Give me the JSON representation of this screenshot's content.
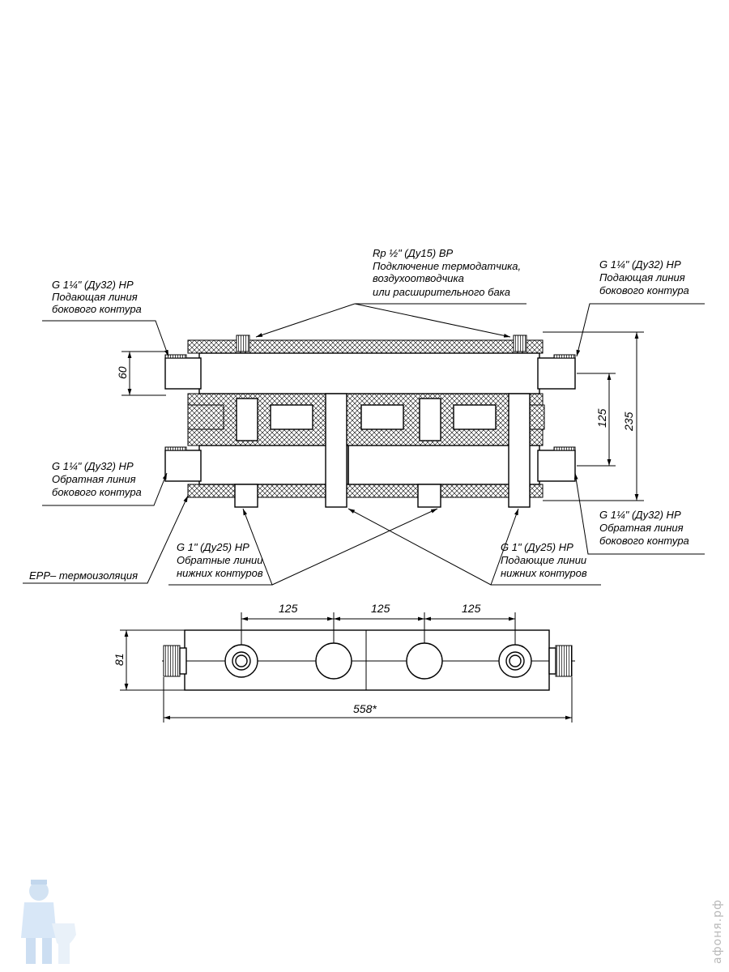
{
  "labels": {
    "top_left": [
      "G 1¼\" (Ду32) НР",
      "Подающая линия",
      "бокового контура"
    ],
    "top_center": [
      "Rp ½\" (Ду15) ВР",
      "Подключение термодатчика,",
      "воздухоотводчика",
      "или расширительного бака"
    ],
    "top_right": [
      "G 1¼\" (Ду32) НР",
      "Подающая линия",
      "бокового контура"
    ],
    "mid_left": [
      "G 1¼\" (Ду32) НР",
      "Обратная линия",
      "бокового контура"
    ],
    "bottom_right": [
      "G 1¼\" (Ду32) НР",
      "Обратная линия",
      "бокового контура"
    ],
    "epp": [
      "EPP– термоизоляция"
    ],
    "return_lower": [
      "G 1\" (Ду25) НР",
      "Обратные линии",
      "нижних контуров"
    ],
    "supply_lower": [
      "G 1\" (Ду25) НР",
      "Подающие линии",
      "нижних контуров"
    ]
  },
  "dimensions": {
    "pipe_height": "60",
    "axis_spacing": "125",
    "total_height": "235",
    "outlet_spacing_1": "125",
    "outlet_spacing_2": "125",
    "outlet_spacing_3": "125",
    "plan_height": "81",
    "total_length": "558*"
  },
  "watermark": "афоня.рф",
  "logo_icon": "plumber-mascot-icon"
}
